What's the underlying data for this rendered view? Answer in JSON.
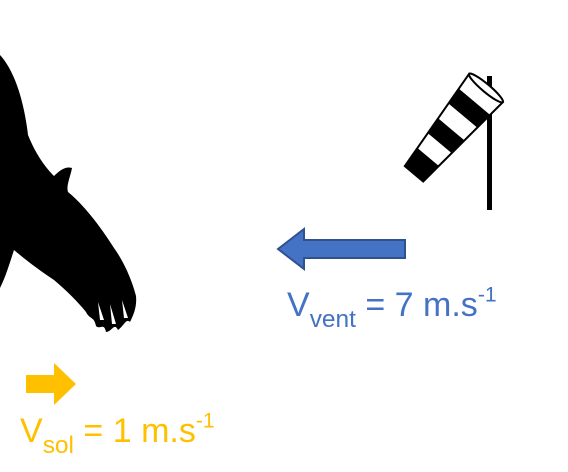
{
  "colors": {
    "wind": "#4472c4",
    "wind_arrow_edge": "#2f528f",
    "ground": "#ffc000",
    "silhouette": "#000000"
  },
  "icons": {
    "bird": "bird-silhouette-icon",
    "windsock": "windsock-icon",
    "wind_arrow": "arrow-left-icon",
    "ground_arrow": "arrow-right-icon"
  },
  "labels": {
    "wind": {
      "base": "V",
      "sub": "vent",
      "rest": " = 7 m.s",
      "sup": "-1"
    },
    "ground": {
      "base": "V",
      "sub": "sol",
      "rest": " = 1 m.s",
      "sup": "-1"
    }
  }
}
